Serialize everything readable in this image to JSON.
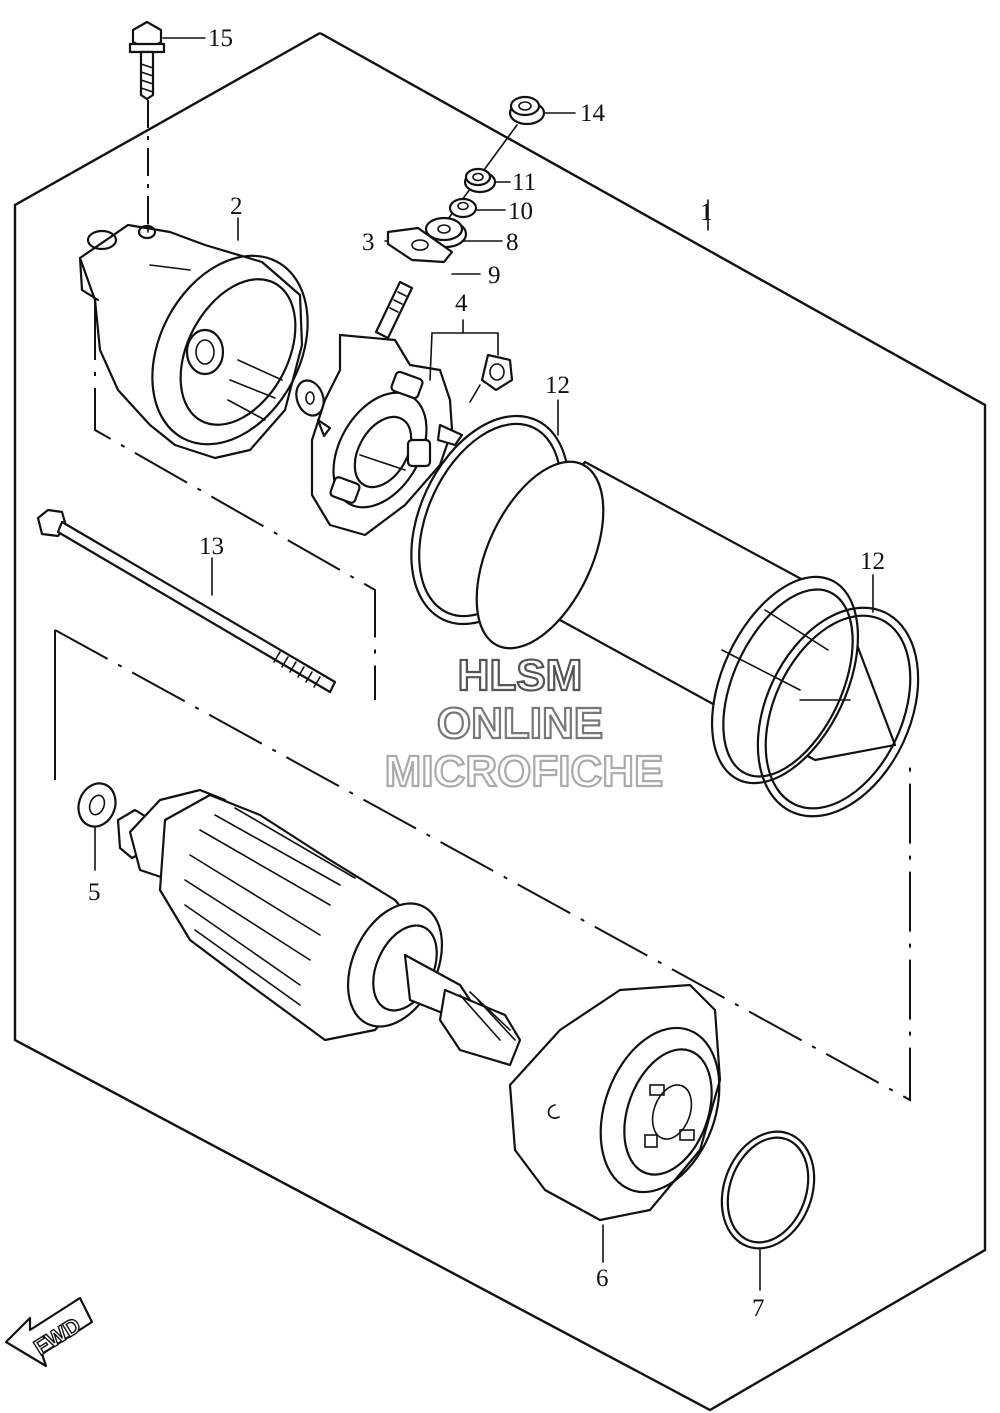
{
  "callouts": [
    {
      "id": "15",
      "text": "15"
    },
    {
      "id": "14",
      "text": "14"
    },
    {
      "id": "11",
      "text": "11"
    },
    {
      "id": "10",
      "text": "10"
    },
    {
      "id": "8",
      "text": "8"
    },
    {
      "id": "9",
      "text": "9"
    },
    {
      "id": "3",
      "text": "3"
    },
    {
      "id": "2",
      "text": "2"
    },
    {
      "id": "1",
      "text": "1"
    },
    {
      "id": "4",
      "text": "4"
    },
    {
      "id": "12a",
      "text": "12"
    },
    {
      "id": "12b",
      "text": "12"
    },
    {
      "id": "13",
      "text": "13"
    },
    {
      "id": "5",
      "text": "5"
    },
    {
      "id": "6",
      "text": "6"
    },
    {
      "id": "7",
      "text": "7"
    }
  ],
  "watermark": {
    "line1": "HLSM",
    "line2": "ONLINE",
    "line3": "MICROFICHE",
    "color1": "#555555",
    "color2": "#777777",
    "color3": "#aaaaaa"
  },
  "fwd_label": "FWD",
  "icons": {
    "fwd": "fwd-arrow-icon"
  },
  "line_color": "#111111"
}
